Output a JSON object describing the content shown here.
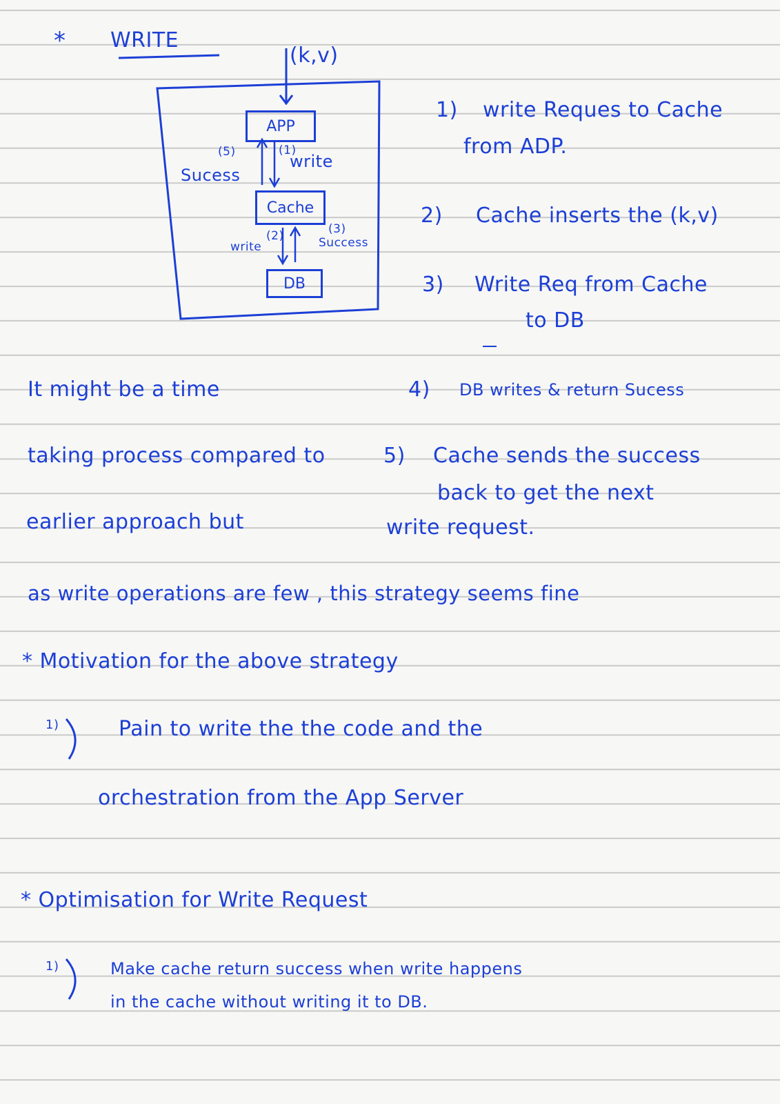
{
  "heading": {
    "star": "*",
    "title": "WRITE"
  },
  "diagram": {
    "input": "(k,v)",
    "app": "APP",
    "cache": "Cache",
    "db": "DB",
    "step5_num": "(5)",
    "step5_label": "Sucess",
    "step1_num": "(1)",
    "step1_label": "write",
    "step2_num": "(2)",
    "step2_label": "write",
    "step3_num": "(3)",
    "step3_label": "Success"
  },
  "steps": [
    {
      "num": "1)",
      "lines": [
        "write Reques to Cache",
        "from ADP."
      ]
    },
    {
      "num": "2)",
      "lines": [
        "Cache inserts the (k,v)"
      ]
    },
    {
      "num": "3)",
      "lines": [
        "Write Req from Cache",
        "to DB"
      ]
    },
    {
      "num": "4)",
      "lines": [
        "DB writes & return Sucess"
      ]
    },
    {
      "num": "5)",
      "lines": [
        "Cache sends the success",
        "back to get the next",
        "write request."
      ]
    }
  ],
  "note_left": [
    "It might be a time",
    "taking process compared to",
    "earlier approach but"
  ],
  "note_full": "as write operations are few , this strategy seems fine",
  "motivation": {
    "title": "* Motivation for the above strategy",
    "item_num": "1)",
    "lines": [
      "Pain to write the the code and the",
      "orchestration from the App Server"
    ]
  },
  "optimisation": {
    "title": "* Optimisation for Write Request",
    "item_num": "1)",
    "lines": [
      "Make cache return success when write happens",
      "in the cache without writing it to DB."
    ]
  },
  "colors": {
    "ink": "#1c3fd6",
    "paper": "#f7f7f5",
    "rule": "#c9c9c9"
  }
}
